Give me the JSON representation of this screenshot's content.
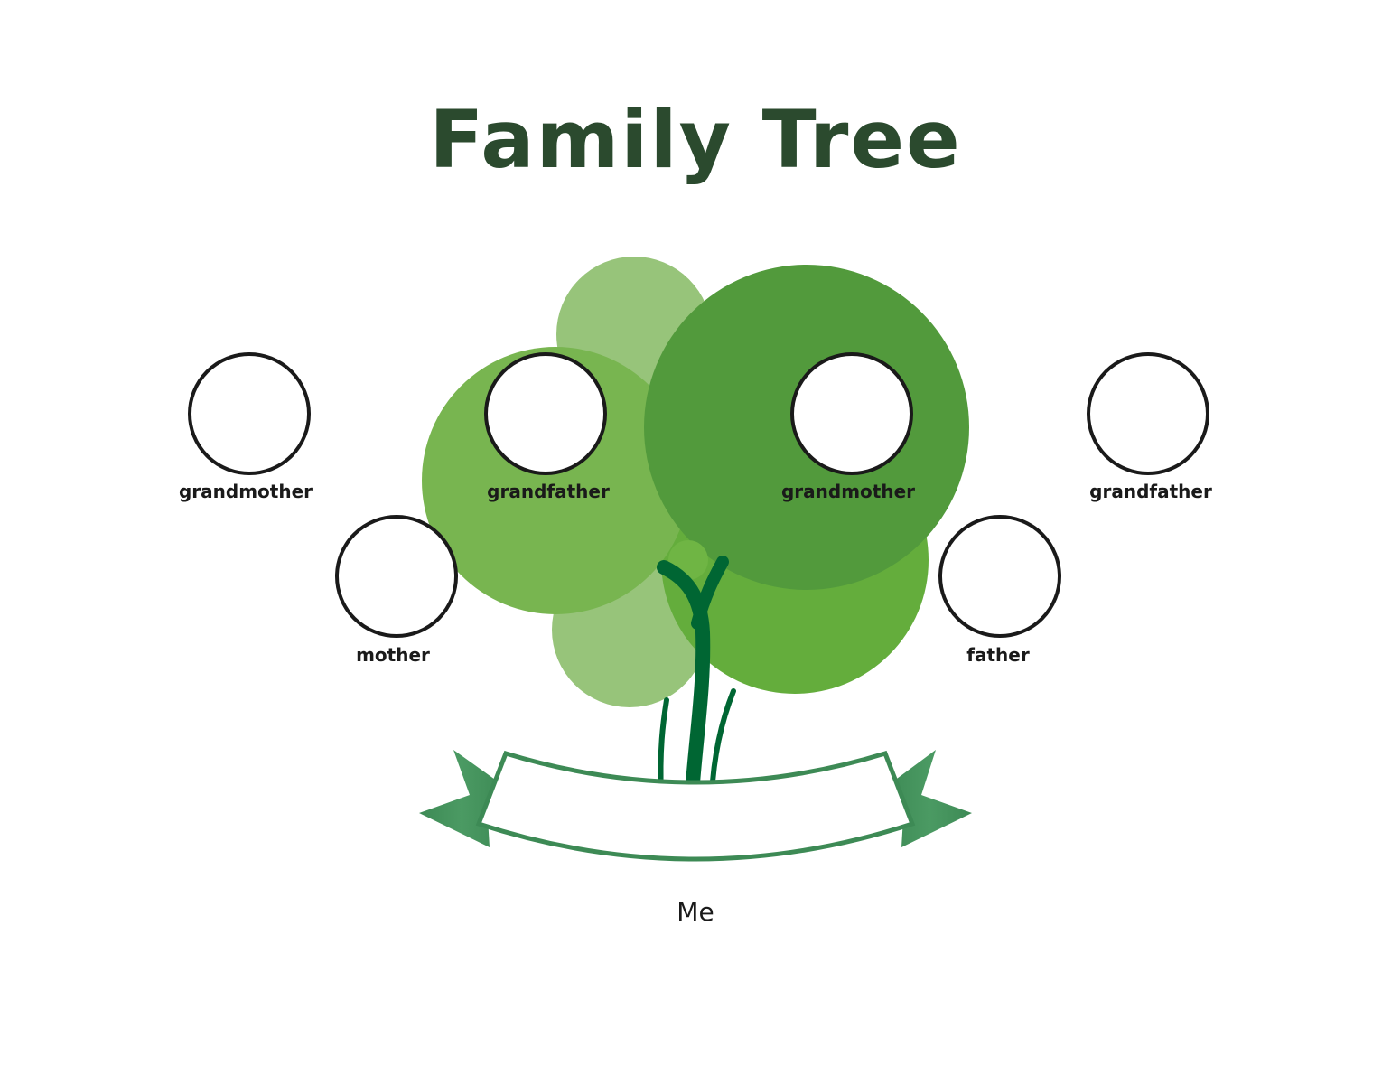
{
  "title": "Family Tree",
  "colors": {
    "title": "#2b4a2e",
    "leaf_light": "#97c47a",
    "leaf_mid": "#78b550",
    "leaf_bright": "#64ad3c",
    "leaf_dark": "#529a3c",
    "trunk": "#006633",
    "ribbon": "#3d8a55",
    "outline": "#1a1a1a"
  },
  "members": [
    {
      "id": "paternal-grandmother",
      "label": "grandmother"
    },
    {
      "id": "paternal-grandfather",
      "label": "grandfather"
    },
    {
      "id": "maternal-grandmother",
      "label": "grandmother"
    },
    {
      "id": "maternal-grandfather",
      "label": "grandfather"
    },
    {
      "id": "mother",
      "label": "mother"
    },
    {
      "id": "father",
      "label": "father"
    }
  ],
  "me": {
    "label": "Me"
  }
}
